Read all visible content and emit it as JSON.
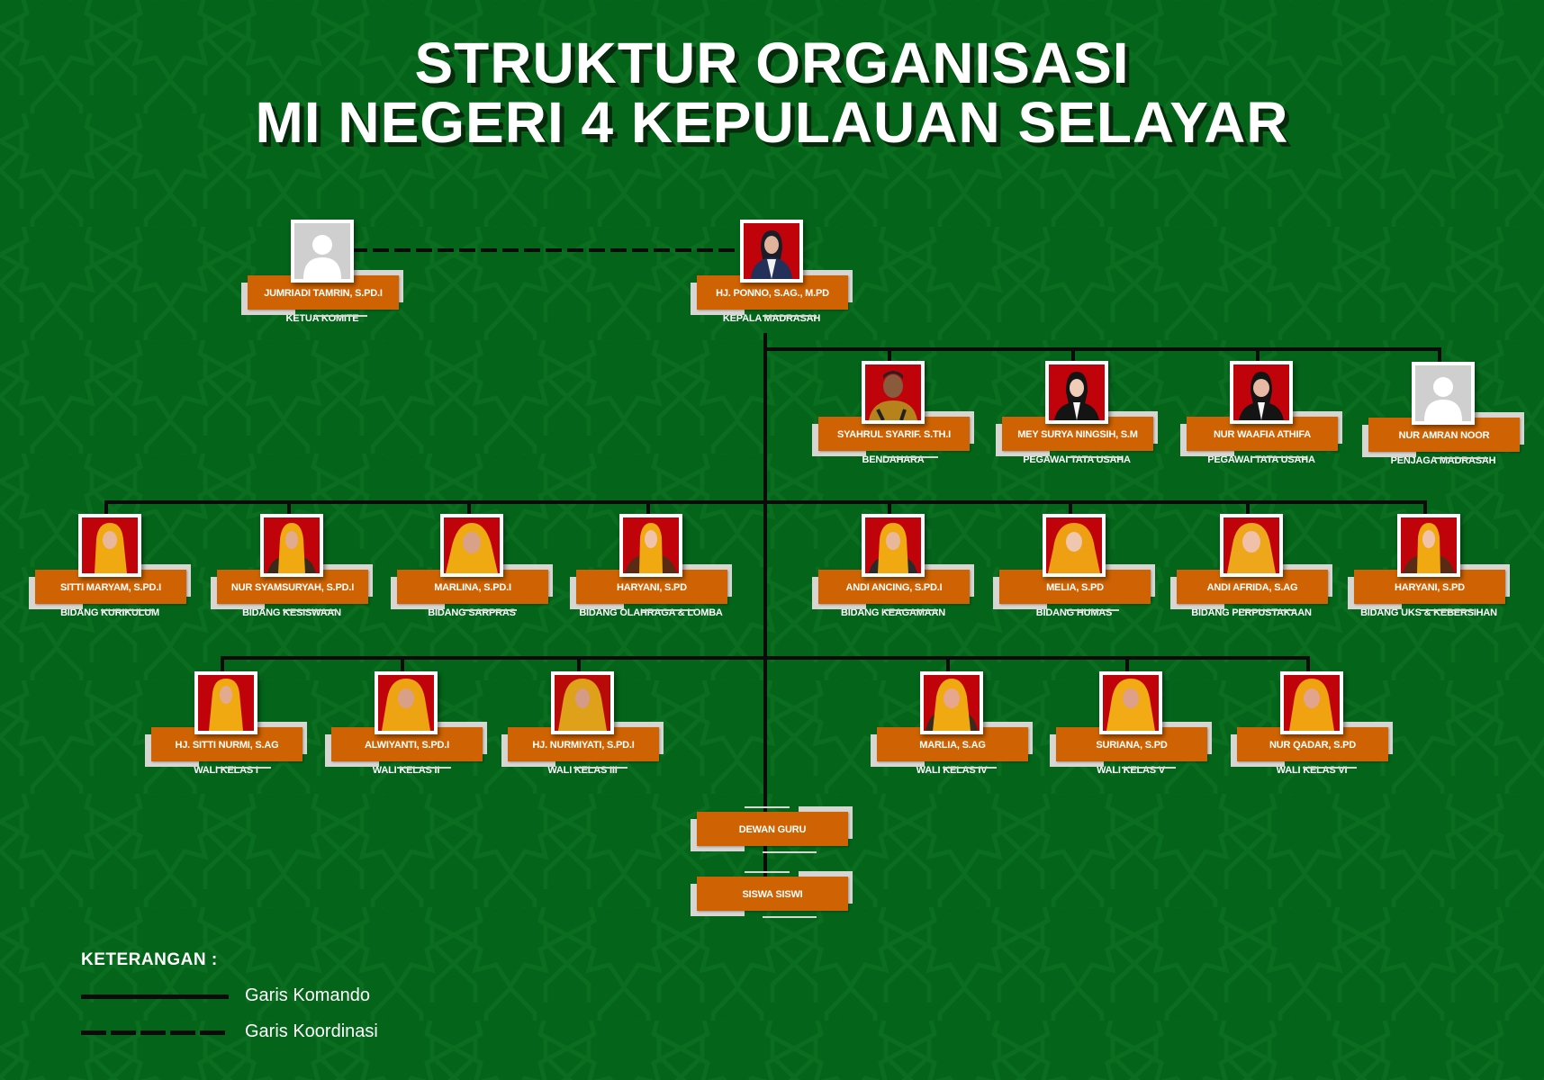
{
  "title": {
    "line1": "STRUKTUR ORGANISASI",
    "line2": "MI NEGERI 4 KEPULAUAN SELAYAR"
  },
  "colors": {
    "background": "#03641A",
    "plate": "#CF6303",
    "frame": "#D8D6D3",
    "line": "#0B0B0B",
    "text": "#FFFFFF"
  },
  "top": [
    {
      "name": "JUMRIADI TAMRIN, S.PD.I",
      "role": "KETUA KOMITE",
      "photo": "placeholder-avatar"
    },
    {
      "name": "HJ. PONNO, S.AG., M.PD",
      "role": "KEPALA MADRASAH",
      "photo": "portrait"
    }
  ],
  "staff": [
    {
      "name": "SYAHRUL SYARIF. S.TH.I",
      "role": "BENDAHARA",
      "photo": "portrait"
    },
    {
      "name": "MEY SURYA NINGSIH, S.M",
      "role": "PEGAWAI TATA USAHA",
      "photo": "portrait"
    },
    {
      "name": "NUR WAAFIA ATHIFA",
      "role": "PEGAWAI TATA USAHA",
      "photo": "portrait"
    },
    {
      "name": "NUR AMRAN NOOR",
      "role": "PENJAGA MADRASAH",
      "photo": "placeholder-avatar"
    }
  ],
  "bidang": [
    {
      "name": "SITTI MARYAM, S.PD.I",
      "role": "BIDANG KURIKULUM"
    },
    {
      "name": "NUR SYAMSURYAH, S.PD.I",
      "role": "BIDANG KESISWAAN"
    },
    {
      "name": "MARLINA, S.PD.I",
      "role": "BIDANG SARPRAS"
    },
    {
      "name": "HARYANI, S.PD",
      "role": "BIDANG OLAHRAGA & LOMBA"
    },
    {
      "name": "ANDI ANCING, S.PD.I",
      "role": "BIDANG KEAGAMAAN"
    },
    {
      "name": "MELIA, S.PD",
      "role": "BIDANG HUMAS"
    },
    {
      "name": "ANDI AFRIDA, S.AG",
      "role": "BIDANG PERPUSTAKAAN"
    },
    {
      "name": "HARYANI, S.PD",
      "role": "BIDANG UKS & KEBERSIHAN"
    }
  ],
  "wali": [
    {
      "name": "HJ. SITTI NURMI, S.AG",
      "role": "WALI KELAS I"
    },
    {
      "name": "ALWIYANTI, S.PD.I",
      "role": "WALI KELAS II"
    },
    {
      "name": "HJ. NURMIYATI, S.PD.I",
      "role": "WALI KELAS III"
    },
    {
      "name": "MARLIA, S.AG",
      "role": "WALI KELAS IV"
    },
    {
      "name": "SURIANA, S.PD",
      "role": "WALI KELAS V"
    },
    {
      "name": "NUR QADAR, S.PD",
      "role": "WALI KELAS VI"
    }
  ],
  "bottom": {
    "dewan_guru": "DEWAN GURU",
    "siswa": "SISWA SISWI"
  },
  "legend": {
    "title": "KETERANGAN :",
    "komando": "Garis Komando",
    "koordinasi": "Garis Koordinasi"
  }
}
